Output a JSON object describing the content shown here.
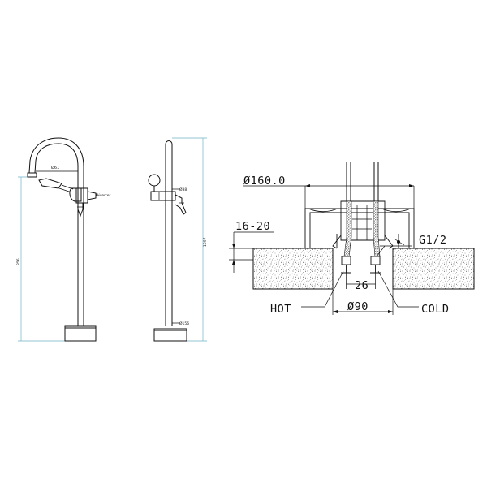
{
  "front_view": {
    "spout_diameter_label": "Ø61",
    "diverter_label": "Diverter",
    "height_label": "856"
  },
  "side_view": {
    "body_diameter_label": "Ø38",
    "base_diameter_label": "Ø156",
    "total_height_label": "1097"
  },
  "install_detail": {
    "cover_diameter_label": "Ø160.0",
    "floor_thickness_label": "16-20",
    "thread_label": "G1/2",
    "spacing_label": "26",
    "hole_diameter_label": "Ø90",
    "hot_label": "HOT",
    "cold_label": "COLD"
  },
  "colors": {
    "line": "#111111",
    "dimension": "#6fb3c9"
  }
}
